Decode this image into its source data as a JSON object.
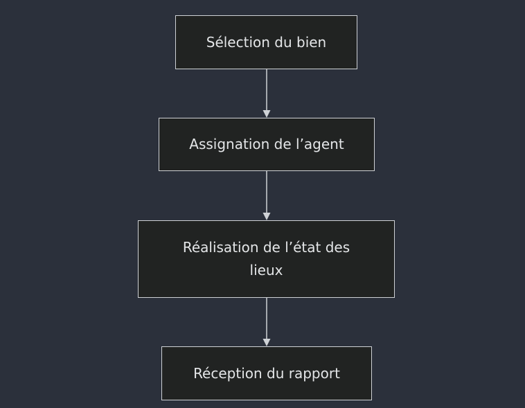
{
  "flowchart": {
    "direction": "top-down",
    "colors": {
      "background": "#2b303b",
      "node_fill": "#212322",
      "node_border": "#cfd2d6",
      "text": "#e4e6e8",
      "edge": "#cfd2d6"
    },
    "nodes": [
      {
        "id": "n1",
        "label": "Sélection du bien"
      },
      {
        "id": "n2",
        "label": "Assignation de l’agent"
      },
      {
        "id": "n3",
        "label": "Réalisation de l’état des lieux"
      },
      {
        "id": "n4",
        "label": "Réception du rapport"
      }
    ],
    "edges": [
      {
        "from": "n1",
        "to": "n2"
      },
      {
        "from": "n2",
        "to": "n3"
      },
      {
        "from": "n3",
        "to": "n4"
      }
    ]
  }
}
